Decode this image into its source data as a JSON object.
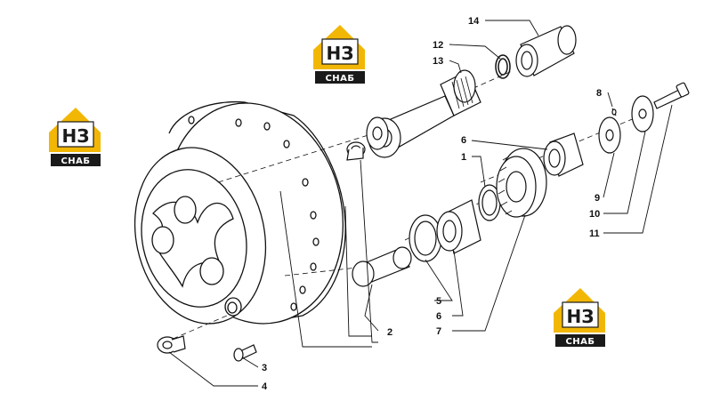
{
  "logo": {
    "mark": "НЗ",
    "caption": "СНАБ",
    "gold": "#f2b705",
    "dark": "#1a1a1a"
  },
  "callouts": {
    "c1": "1",
    "c2": "2",
    "c3": "3",
    "c4": "4",
    "c5": "5",
    "c6a": "6",
    "c6b": "6",
    "c7": "7",
    "c8": "8",
    "c9": "9",
    "c10": "10",
    "c11": "11",
    "c12": "12",
    "c13": "13",
    "c14": "14"
  }
}
